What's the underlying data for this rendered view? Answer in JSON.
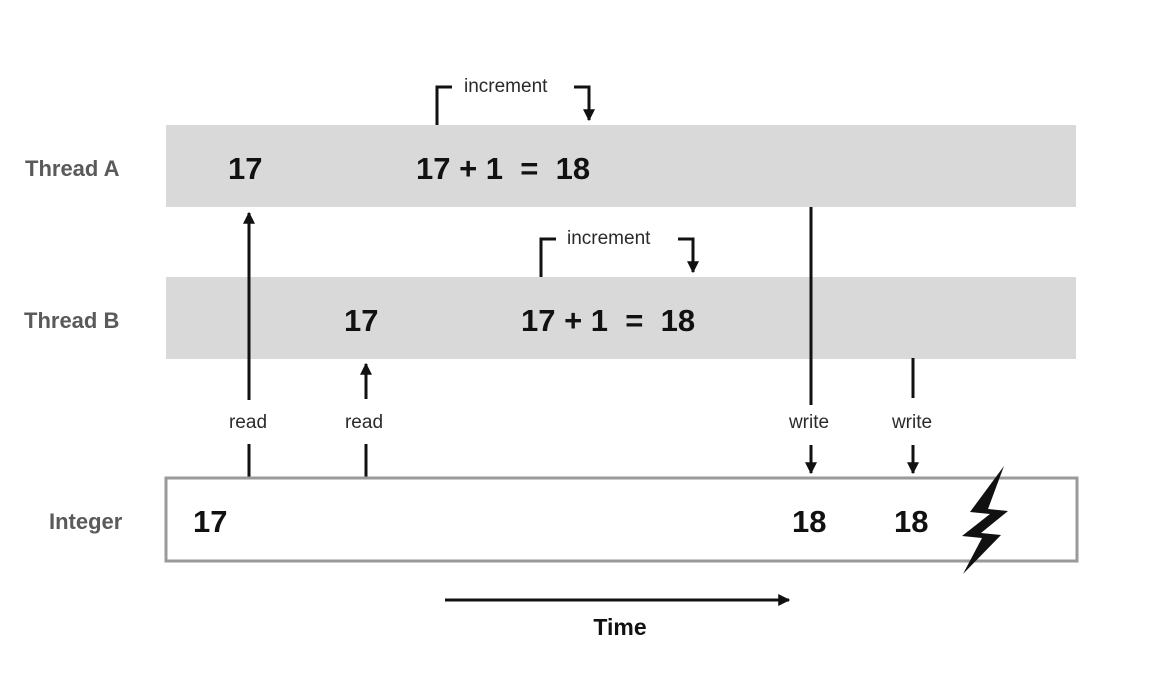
{
  "threads": [
    {
      "id": "a",
      "label": "Thread A",
      "read_value": "17",
      "operation": "17 + 1  =  18",
      "increment_label": "increment"
    },
    {
      "id": "b",
      "label": "Thread B",
      "read_value": "17",
      "operation": "17 + 1  =  18",
      "increment_label": "increment"
    }
  ],
  "integer": {
    "label": "Integer",
    "initial_value": "17",
    "write_values": [
      "18",
      "18"
    ]
  },
  "io_labels": {
    "read": "read",
    "write": "write"
  },
  "time_label": "Time",
  "colors": {
    "thread_lane": "#d9d9d9",
    "integer_border": "#9a9a9a",
    "ink": "#111111",
    "label_gray": "#5a5a5a"
  },
  "icons": {
    "conflict": "lightning-bolt-icon"
  }
}
